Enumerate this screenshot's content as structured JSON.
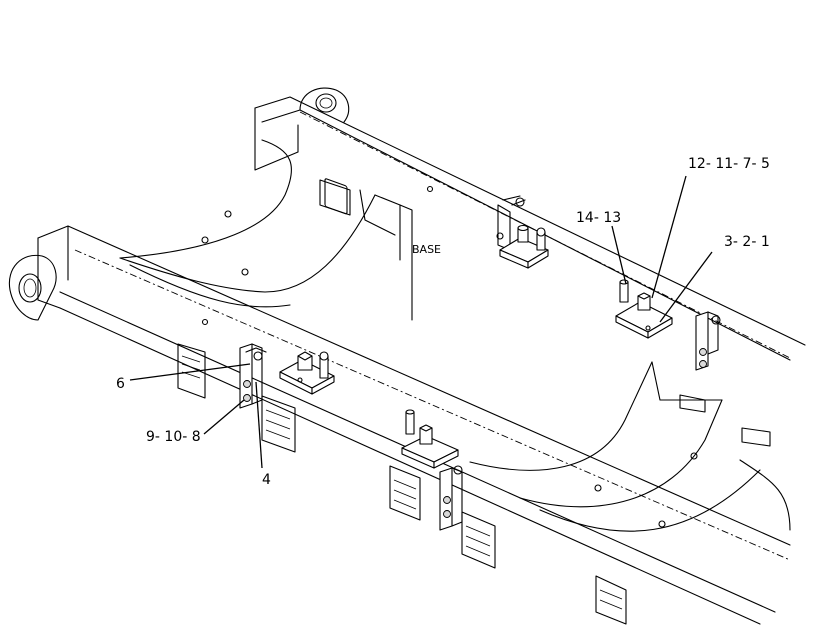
{
  "diagram": {
    "frame_label": "BASE",
    "callouts": [
      {
        "id": "c-12-11-7-5",
        "text": "12- 11- 7- 5"
      },
      {
        "id": "c-14-13",
        "text": "14- 13"
      },
      {
        "id": "c-3-2-1",
        "text": "3- 2- 1"
      },
      {
        "id": "c-6",
        "text": "6"
      },
      {
        "id": "c-9-10-8",
        "text": "9- 10- 8"
      },
      {
        "id": "c-4",
        "text": "4"
      }
    ]
  }
}
